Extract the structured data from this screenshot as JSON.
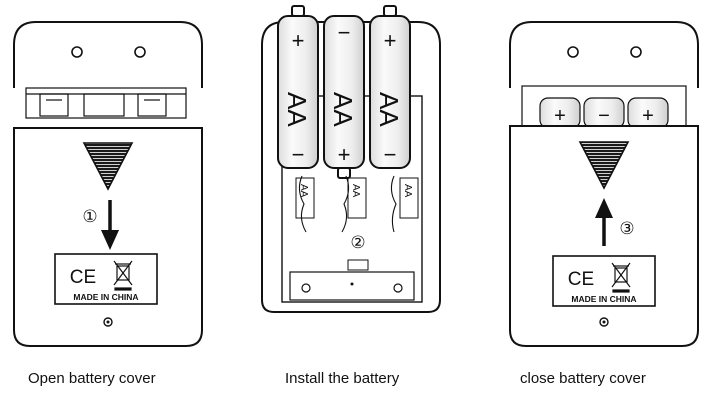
{
  "panels": [
    {
      "caption": "Open battery cover",
      "step": "①",
      "label_mark": "CE",
      "label_text": "MADE IN CHINA"
    },
    {
      "caption": "Install the battery",
      "step": "②",
      "battery_type": "AA",
      "polarity_plus": "+",
      "polarity_minus": "−",
      "slot_label": "AA"
    },
    {
      "caption": "close battery cover",
      "step": "③",
      "label_mark": "CE",
      "label_text": "MADE IN CHINA",
      "polarity_plus": "+",
      "polarity_minus": "−"
    }
  ],
  "icons": {
    "weee": "crossed-out-wheeled-bin-icon",
    "arrow_down": "arrow-down-icon",
    "arrow_up": "arrow-up-icon",
    "grip": "triangle-grip-icon",
    "screw": "screw-icon"
  },
  "colors": {
    "line": "#111111",
    "cover_fill": "#ffffff",
    "grip_fill": "#1a1a1a",
    "battery_fill": "#f4f4f4"
  }
}
